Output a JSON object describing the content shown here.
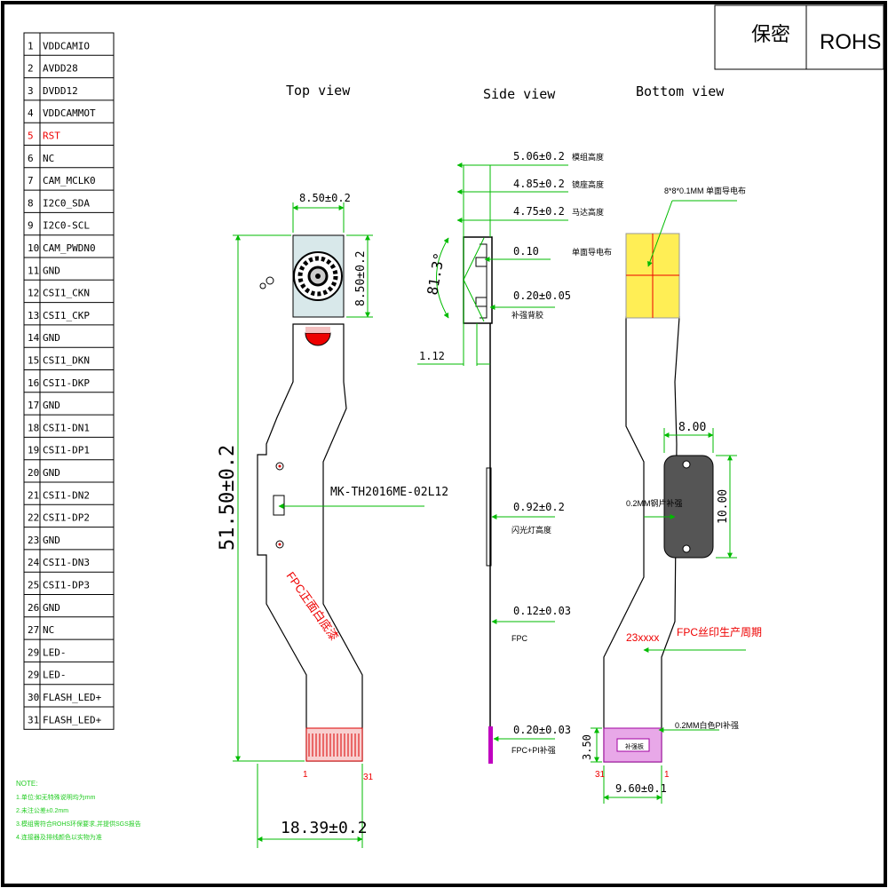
{
  "title_block": {
    "confidential": "保密",
    "rohs": "ROHS"
  },
  "pin_table": [
    {
      "no": "1",
      "name": "VDDCAMIO"
    },
    {
      "no": "2",
      "name": "AVDD28"
    },
    {
      "no": "3",
      "name": "DVDD12"
    },
    {
      "no": "4",
      "name": "VDDCAMMOT"
    },
    {
      "no": "5",
      "name": "RST"
    },
    {
      "no": "6",
      "name": "NC"
    },
    {
      "no": "7",
      "name": "CAM_MCLK0"
    },
    {
      "no": "8",
      "name": "I2C0_SDA"
    },
    {
      "no": "9",
      "name": "I2C0-SCL"
    },
    {
      "no": "10",
      "name": "CAM_PWDN0"
    },
    {
      "no": "11",
      "name": "GND"
    },
    {
      "no": "12",
      "name": "CSI1_CKN"
    },
    {
      "no": "13",
      "name": "CSI1_CKP"
    },
    {
      "no": "14",
      "name": "GND"
    },
    {
      "no": "15",
      "name": "CSI1_DKN"
    },
    {
      "no": "16",
      "name": "CSI1-DKP"
    },
    {
      "no": "17",
      "name": "GND"
    },
    {
      "no": "18",
      "name": "CSI1-DN1"
    },
    {
      "no": "19",
      "name": "CSI1-DP1"
    },
    {
      "no": "20",
      "name": "GND"
    },
    {
      "no": "21",
      "name": "CSI1-DN2"
    },
    {
      "no": "22",
      "name": "CSI1-DP2"
    },
    {
      "no": "23",
      "name": "GND"
    },
    {
      "no": "24",
      "name": "CSI1-DN3"
    },
    {
      "no": "25",
      "name": "CSI1-DP3"
    },
    {
      "no": "26",
      "name": "GND"
    },
    {
      "no": "27",
      "name": "NC"
    },
    {
      "no": "29",
      "name": "LED-"
    },
    {
      "no": "29",
      "name": "LED-"
    },
    {
      "no": "30",
      "name": "FLASH_LED+"
    },
    {
      "no": "31",
      "name": "FLASH_LED+"
    }
  ],
  "highlight_pin": "5",
  "views": {
    "top": "Top view",
    "side": "Side view",
    "bottom": "Bottom view"
  },
  "top_view": {
    "width_dim": "8.50±0.2",
    "height_dim": "8.50±0.2",
    "length_dim": "51.50±0.2",
    "total_width_dim": "18.39±0.2",
    "part_number": "MK-TH2016ME-02L12",
    "fpc_note": "FPC正面白底漆",
    "pin_first": "1",
    "pin_last": "31"
  },
  "side_view": {
    "dims": [
      {
        "value": "5.06±0.2",
        "note": "模组高度"
      },
      {
        "value": "4.85±0.2",
        "note": "镜座高度"
      },
      {
        "value": "4.75±0.2",
        "note": "马达高度"
      },
      {
        "value": "0.10",
        "note": "单面导电布"
      },
      {
        "value": "0.20±0.05",
        "note": "补强背胶"
      },
      {
        "value": "0.92±0.2",
        "note": "闪光灯高度"
      },
      {
        "value": "0.12±0.03",
        "note": "FPC"
      },
      {
        "value": "0.20±0.03",
        "note": "FPC+PI补强"
      }
    ],
    "angle": "81.3°",
    "offset": "1.12"
  },
  "bottom_view": {
    "tape_note": "8*8*0.1MM 单面导电布",
    "steel_width": "8.00",
    "steel_height": "10.00",
    "steel_note": "0.2MM钢片补强",
    "code_text": "23xxxx",
    "code_note": "FPC丝印生产周期",
    "pi_note": "0.2MM白色PI补强",
    "pi_label": "补强板",
    "pi_height": "3.50",
    "bottom_width": "9.60±0.1",
    "pin_left": "31",
    "pin_right": "1"
  },
  "notes": [
    "NOTE:",
    "1.单位:如无特殊说明均为mm",
    "2.未注公差±0.2mm",
    "3.模组需符合ROHS环保要求,并提供SGS报告",
    "4.连接器及排线颜色以实物为准"
  ]
}
